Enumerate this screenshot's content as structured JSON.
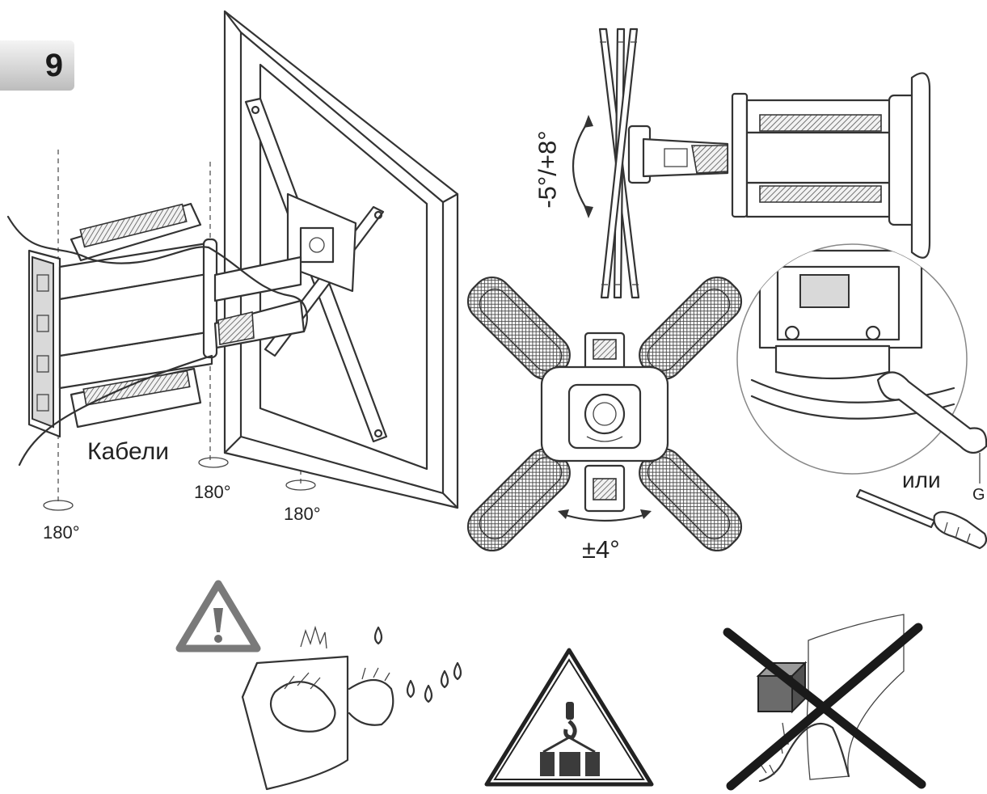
{
  "step": {
    "number": "9"
  },
  "swivel_view": {
    "cable_label": "Кабели",
    "pivot_angles": [
      "180°",
      "180°",
      "180°"
    ]
  },
  "tilt_view": {
    "tilt_label": "-5°/+8°"
  },
  "rotation_view": {
    "rotation_label": "±4°"
  },
  "tools": {
    "or_label": "или",
    "tool_letter": "G"
  },
  "warnings": {
    "caution_icon": "exclamation-warning-icon",
    "pinch_icon": "hand-pinch-hazard-icon",
    "heavy_load_icon": "heavy-load-warning-icon",
    "no_drop_icon": "do-not-drop-on-foot-icon"
  }
}
